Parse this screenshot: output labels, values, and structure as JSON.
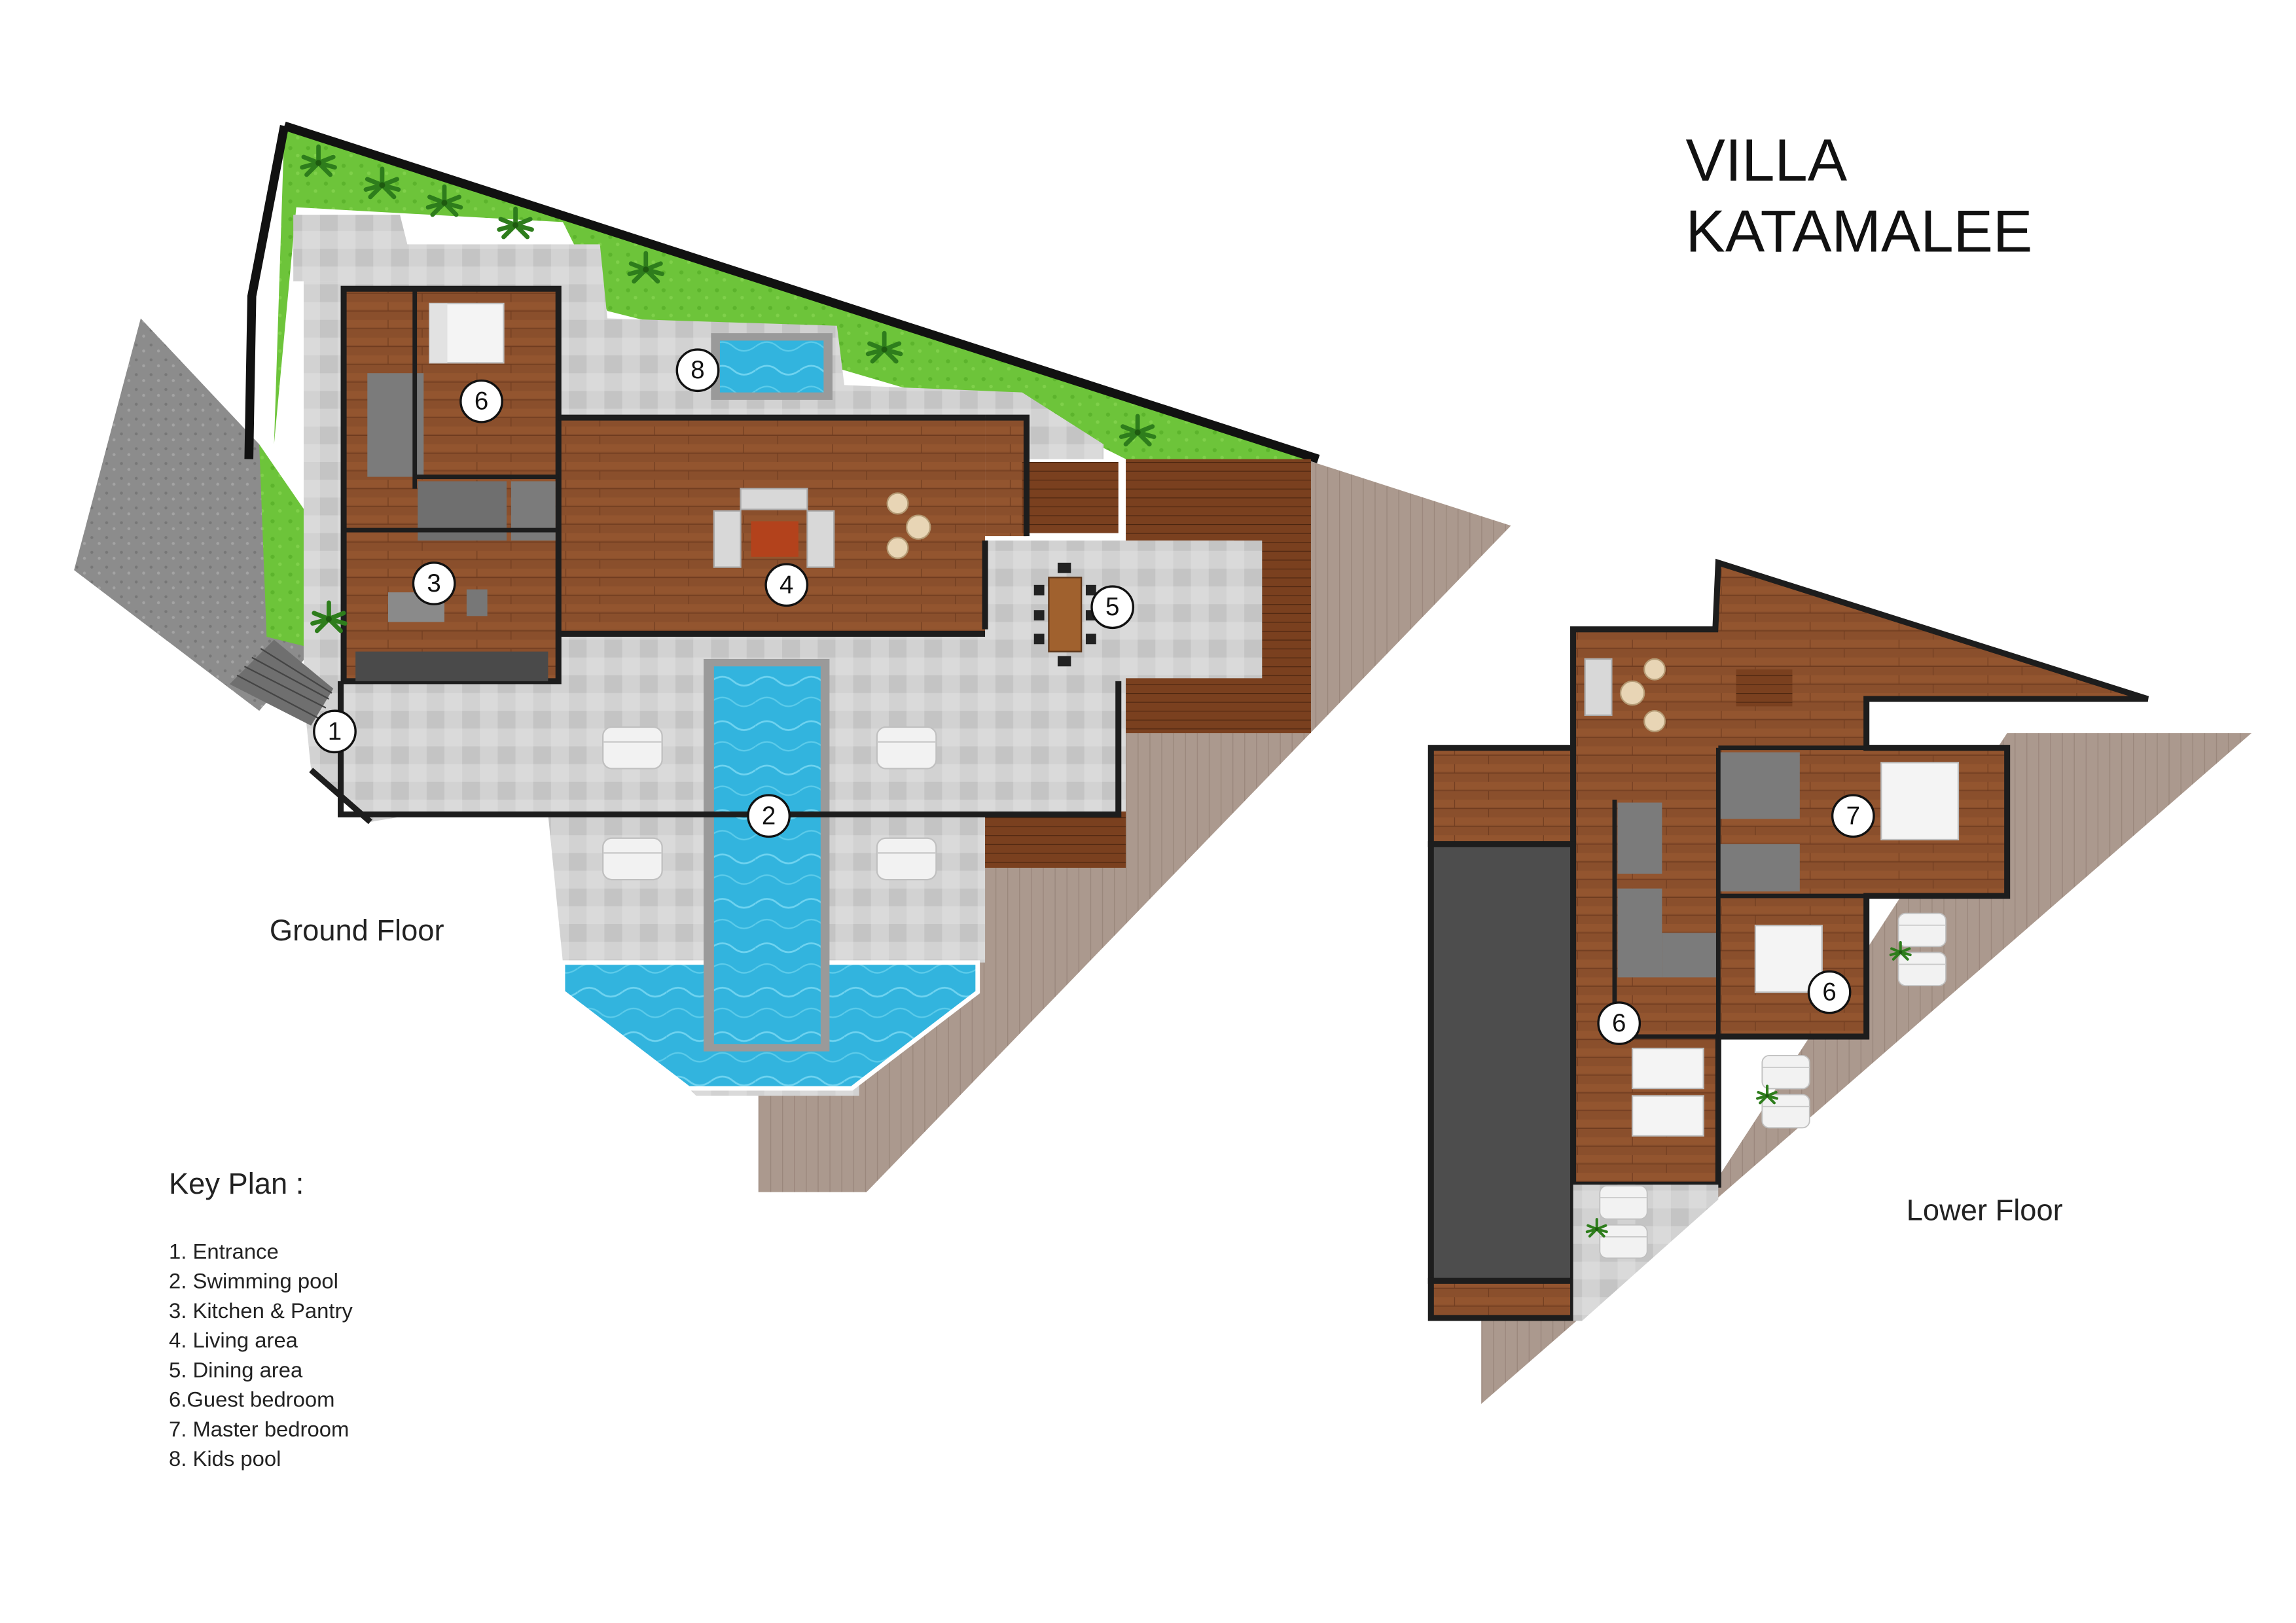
{
  "title": {
    "line1": "VILLA",
    "line2": "KATAMALEE"
  },
  "floors": {
    "ground": "Ground Floor",
    "lower": "Lower Floor"
  },
  "key_plan": {
    "title": "Key Plan :",
    "items": [
      "1. Entrance",
      "2. Swimming pool",
      "3. Kitchen & Pantry",
      "4. Living area",
      "5. Dining area",
      "6.Guest bedroom",
      "7. Master bedroom",
      "8. Kids pool"
    ]
  },
  "markers": {
    "entrance": "1",
    "swimming_pool": "2",
    "kitchen": "3",
    "living": "4",
    "dining": "5",
    "guest_ground": "6",
    "kids_pool": "8",
    "master_lower": "7",
    "guest_lower_a": "6",
    "guest_lower_b": "6"
  },
  "colors": {
    "wood": "#8a4f2c",
    "tile": "#cfcfcf",
    "deck": "#a8968b",
    "lawn": "#6ec43a",
    "water": "#36b6dc",
    "wall": "#222222",
    "gravel": "#8d8d8d"
  }
}
